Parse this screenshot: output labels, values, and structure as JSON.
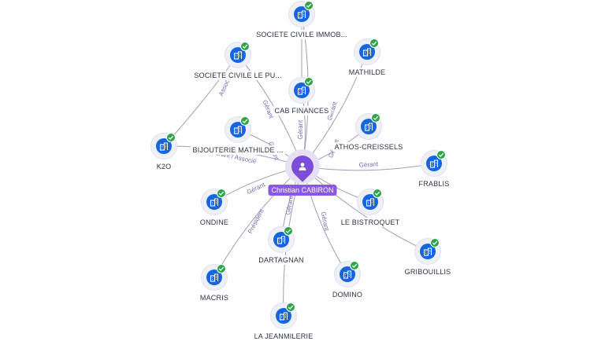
{
  "center": {
    "label": "Christian CABIRON"
  },
  "companies": [
    {
      "id": "sci-immo",
      "label": "SOCIETE CIVILE IMMOB..."
    },
    {
      "id": "sci-le-pu",
      "label": "SOCIETE CIVILE LE PU..."
    },
    {
      "id": "mathilde",
      "label": "MATHILDE"
    },
    {
      "id": "cab-finances",
      "label": "CAB FINANCES"
    },
    {
      "id": "bijouterie",
      "label": "BIJOUTERIE MATHILDE ..."
    },
    {
      "id": "athos",
      "label": "ATHOS-CREISSELS"
    },
    {
      "id": "k2o",
      "label": "K2O"
    },
    {
      "id": "frablis",
      "label": "FRABLIS"
    },
    {
      "id": "ondine",
      "label": "ONDINE"
    },
    {
      "id": "le-bistroquet",
      "label": "LE BISTROQUET"
    },
    {
      "id": "dartagnan",
      "label": "DARTAGNAN"
    },
    {
      "id": "gribouillis",
      "label": "GRIBOUILLIS"
    },
    {
      "id": "macris",
      "label": "MACRIS"
    },
    {
      "id": "domino",
      "label": "DOMINO"
    },
    {
      "id": "la-jeanmilerie",
      "label": "LA JEANMILERIE"
    }
  ],
  "relations": [
    {
      "target": "cab-finances",
      "label": "Gérant"
    },
    {
      "target": "mathilde",
      "label": "Gérant"
    },
    {
      "target": "sci-le-pu",
      "label": "Gérant"
    },
    {
      "target": "bijouterie",
      "label": "Gérant"
    },
    {
      "target": "athos",
      "label": "Gérant"
    },
    {
      "target": "k2o",
      "label": "Gérant / Associé"
    },
    {
      "target": "frablis",
      "label": "Gérant"
    },
    {
      "target": "ondine",
      "label": "Gérant"
    },
    {
      "target": "le-bistroquet",
      "label": ""
    },
    {
      "target": "dartagnan",
      "label": "Gérant"
    },
    {
      "target": "macris",
      "label": "Président"
    },
    {
      "target": "domino",
      "label": "Gérant"
    },
    {
      "target": "sci-immo",
      "label": ""
    },
    {
      "target": "gribouillis",
      "label": ""
    },
    {
      "target": "la-jeanmilerie",
      "label": ""
    }
  ],
  "secondary_relations": [
    {
      "from": "sci-le-pu",
      "to": "k2o",
      "label": "Associé"
    }
  ],
  "colors": {
    "company": "#1665e0",
    "verified": "#2fa54b",
    "person": "#7c4ed8",
    "edge": "#9aa0b8",
    "edge_label": "#6f6fb3"
  },
  "icons": {
    "company": "building-icon",
    "verified": "check-icon",
    "person": "person-icon"
  }
}
